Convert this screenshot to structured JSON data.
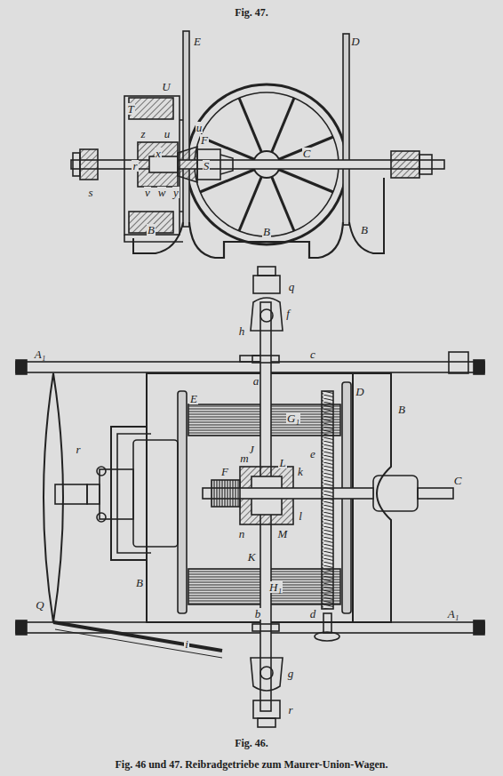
{
  "diagram": {
    "caption": "Fig. 46 und 47. Reibradgetriebe zum Maurer-Union-Wagen.",
    "labels": [
      "Fig. 47.",
      "E",
      "D",
      "U",
      "T",
      "z",
      "u",
      "r",
      "x",
      "S",
      "F",
      "u",
      "v",
      "w",
      "y",
      "C",
      "s",
      "B",
      "B",
      "B",
      "q",
      "f",
      "h",
      "A₁",
      "c",
      "a",
      "E",
      "D",
      "G₁",
      "J",
      "m",
      "L",
      "k",
      "e",
      "B",
      "F",
      "l",
      "C",
      "M",
      "n",
      "K",
      "H₁",
      "b",
      "d",
      "A₁",
      "Q",
      "i",
      "r",
      "g",
      "r",
      "B",
      "Fig. 46."
    ]
  }
}
